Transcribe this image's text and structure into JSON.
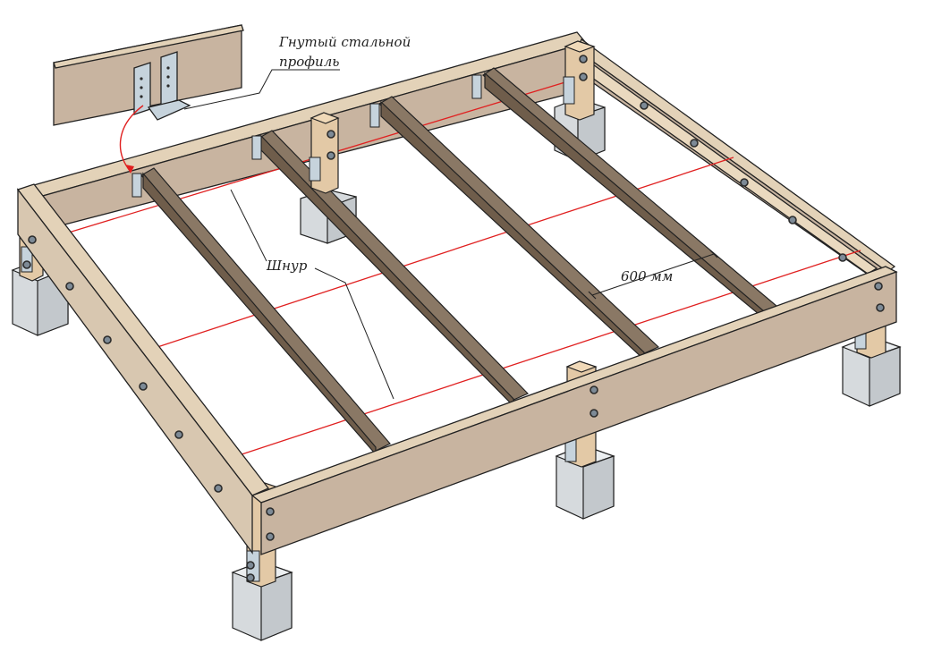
{
  "labels": {
    "bracket_line1": "Гнутый стальной",
    "bracket_line2": "профиль",
    "cord": "Шнур",
    "spacing": "600 мм"
  },
  "colors": {
    "beam_outer": "#c8b4a0",
    "beam_outer_side": "#d8c7b0",
    "beam_top": "#e3d2b8",
    "joist_top": "#8a7865",
    "joist_side": "#6f5d4b",
    "post": "#e3c9a6",
    "post_top": "#f0d9b8",
    "concrete": "#d6dadd",
    "concrete_side": "#c3c8cc",
    "concrete_top": "#eceff1",
    "steel": "#c6d3dc",
    "cord": "#e02020",
    "outline": "#222222"
  }
}
